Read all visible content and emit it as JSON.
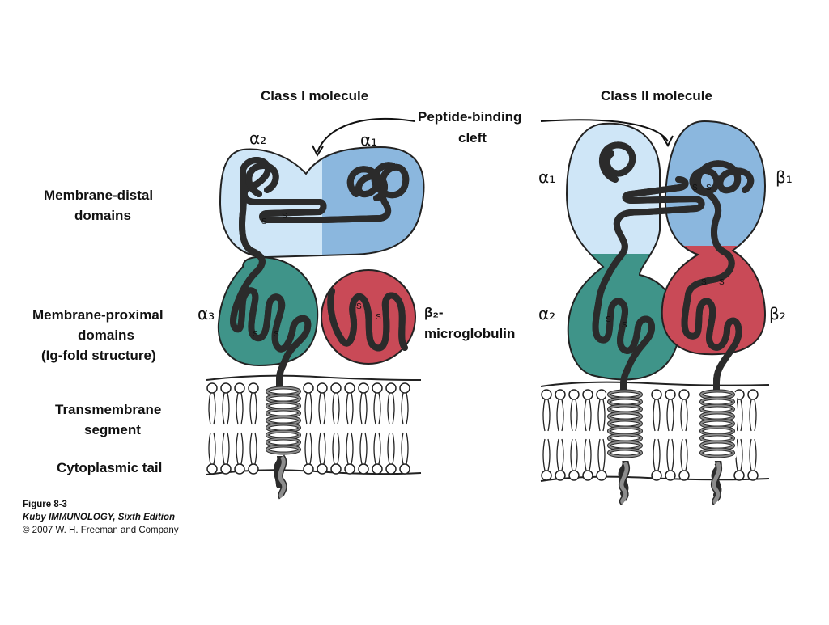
{
  "titles": {
    "class1": "Class I molecule",
    "class2": "Class II molecule",
    "cleft1": "Peptide-binding",
    "cleft2": "cleft"
  },
  "side_labels": {
    "distal1": "Membrane-distal",
    "distal2": "domains",
    "proximal1": "Membrane-proximal",
    "proximal2": "domains",
    "proximal3": "(Ig-fold structure)",
    "tm1": "Transmembrane",
    "tm2": "segment",
    "cyto": "Cytoplasmic tail"
  },
  "domains": {
    "c1_alpha2": "α₂",
    "c1_alpha1": "α₁",
    "c1_alpha3": "α₃",
    "c1_b2m1": "β₂-",
    "c1_b2m2": "microglobulin",
    "c2_alpha1": "α₁",
    "c2_beta1": "β₁",
    "c2_alpha2": "α₂",
    "c2_beta2": "β₂"
  },
  "bond": {
    "s": "S"
  },
  "caption": {
    "figure": "Figure 8-3",
    "book": "Kuby IMMUNOLOGY, Sixth Edition",
    "copyright": "© 2007 W. H. Freeman and Company"
  },
  "colors": {
    "light_blue": "#cfe6f7",
    "mid_blue": "#8bb7de",
    "teal": "#3f9489",
    "red": "#c94a57",
    "chain": "#8c8c8c",
    "chain_outline": "#2b2b2b"
  }
}
